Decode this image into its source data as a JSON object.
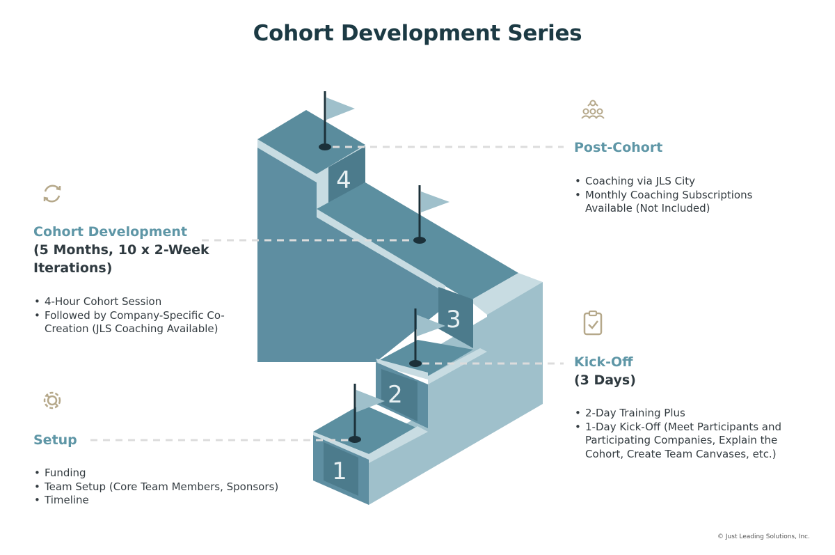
{
  "title": "Cohort Development Series",
  "colors": {
    "stair_top": "#5c8fa0",
    "stair_front": "#5e8ea1",
    "stair_side": "#9fc0cb",
    "stair_edge": "#c8dce2",
    "stair_dark": "#4c7b8c",
    "accent_title": "#5e96a6",
    "icon_gold": "#b5a88a"
  },
  "stages": [
    {
      "step_number": "1",
      "icon": "gear-icon",
      "title": "Setup",
      "subtitle": "",
      "bullets": [
        "Funding",
        "Team Setup (Core Team Members, Sponsors)",
        "Timeline"
      ]
    },
    {
      "step_number": "2",
      "icon": "clipboard-check-icon",
      "title": "Kick-Off",
      "subtitle": "(3 Days)",
      "bullets": [
        "2-Day Training Plus",
        "1-Day Kick-Off (Meet Participants and Participating Companies, Explain the Cohort, Create Team Canvases, etc.)"
      ]
    },
    {
      "step_number": "3",
      "icon": "refresh-cycle-icon",
      "title": "Cohort Development",
      "subtitle": "(5 Months, 10 x 2-Week Iterations)",
      "bullets": [
        "4-Hour Cohort Session",
        "Followed by Company-Specific Co-Creation (JLS Coaching Available)"
      ]
    },
    {
      "step_number": "4",
      "icon": "team-growth-icon",
      "title": "Post-Cohort",
      "subtitle": "",
      "bullets": [
        "Coaching via JLS City",
        "Monthly Coaching Subscriptions Available (Not Included)"
      ]
    }
  ],
  "copyright": "© Just Leading Solutions, Inc."
}
